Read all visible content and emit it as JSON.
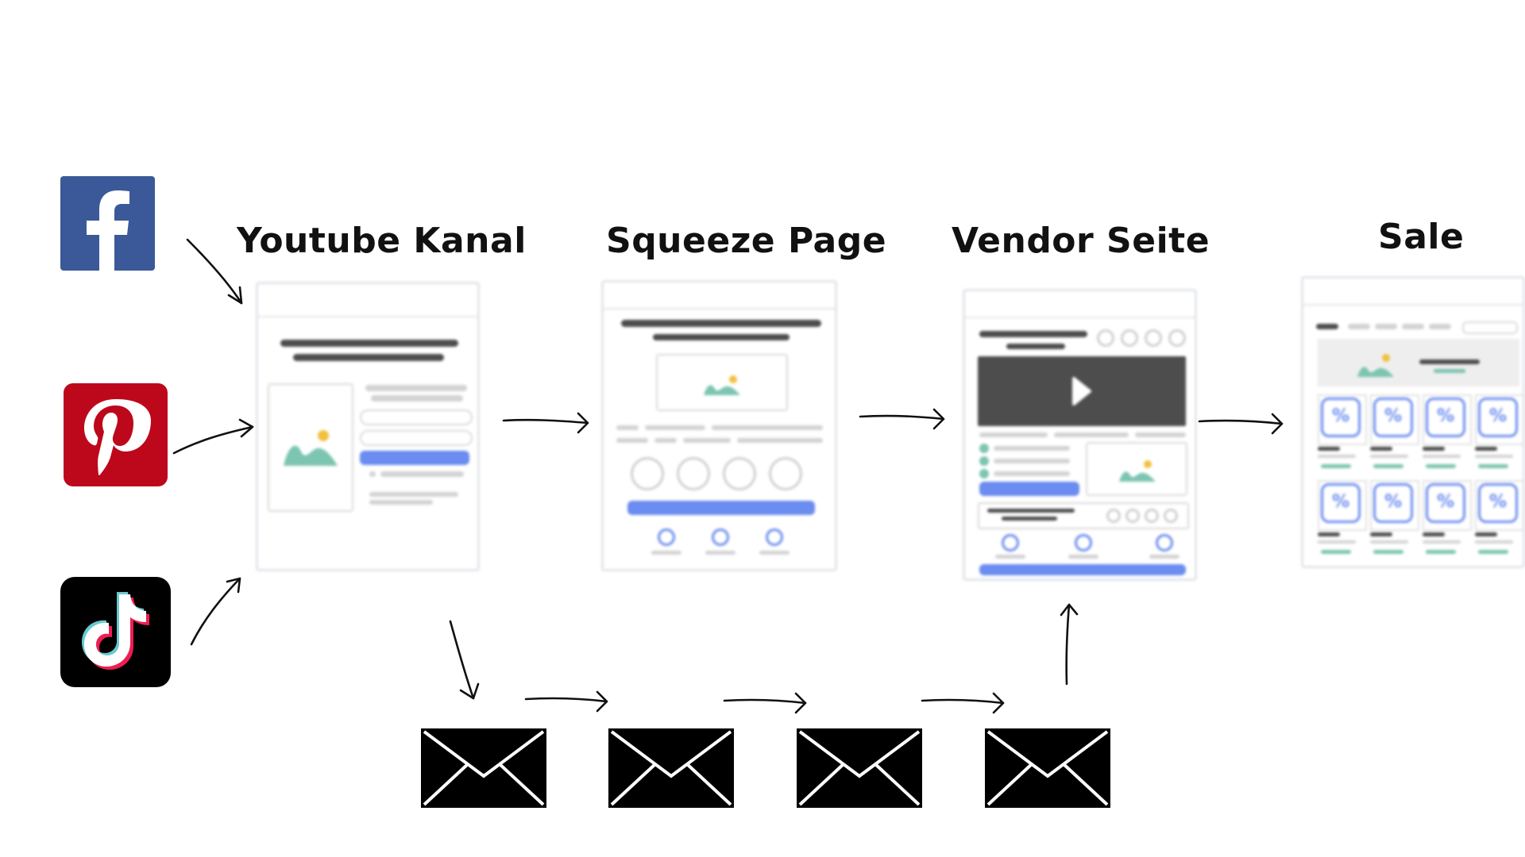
{
  "diagram": {
    "stages": [
      {
        "id": "youtube",
        "title": "Youtube Kanal"
      },
      {
        "id": "squeeze",
        "title": "Squeeze Page"
      },
      {
        "id": "vendor",
        "title": "Vendor Seite"
      },
      {
        "id": "sale",
        "title": "Sale"
      }
    ],
    "sources": [
      {
        "icon": "facebook-icon",
        "color": "#3b5998"
      },
      {
        "icon": "pinterest-icon",
        "color": "#bd081c"
      },
      {
        "icon": "tiktok-icon",
        "color": "#000000"
      }
    ],
    "email_sequence": [
      {
        "icon": "envelope-icon"
      },
      {
        "icon": "envelope-icon"
      },
      {
        "icon": "envelope-icon"
      },
      {
        "icon": "envelope-icon"
      }
    ],
    "colors": {
      "accent": "#6b8cf0",
      "image_teal": "#7cc5b0",
      "sun": "#f2c040"
    }
  }
}
